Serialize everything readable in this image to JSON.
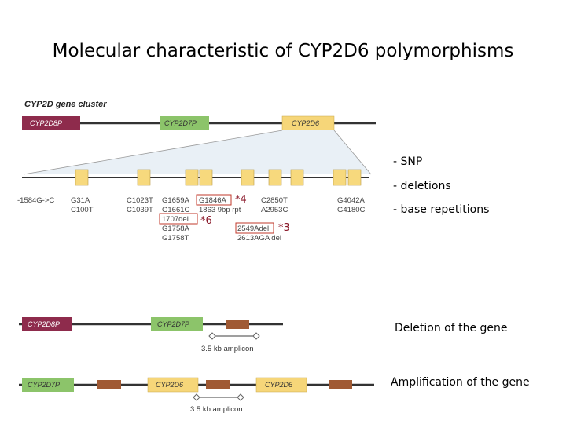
{
  "title": "Molecular characteristic of CYP2D6 polymorphisms",
  "cluster_label": "CYP2D gene cluster",
  "genes": {
    "d8p": "CYP2D8P",
    "d7p": "CYP2D7P",
    "d6": "CYP2D6"
  },
  "legend": [
    "- SNP",
    "- deletions",
    "- base repetitions"
  ],
  "mutations": {
    "m1": "-1584G->C",
    "m2a": "G31A",
    "m2b": "C100T",
    "m3a": "C1023T",
    "m3b": "C1039T",
    "m4a": "G1659A",
    "m4b": "G1661C",
    "m4c": "1707del",
    "m4d": "G1758A",
    "m4e": "G1758T",
    "m5a": "G1846A",
    "m5b": "1863 9bp rpt",
    "m6a": "2549Adel",
    "m6b": "2613AGA del",
    "m7a": "C2850T",
    "m7b": "A2953C",
    "m8a": "G4042A",
    "m8b": "G4180C"
  },
  "stars": {
    "s4": "*4",
    "s6": "*6",
    "s3": "*3"
  },
  "amplicon": "3.5 kb amplicon",
  "captions": {
    "deletion": "Deletion of the gene",
    "amplification": "Amplification of the gene"
  },
  "colors": {
    "d8p": "#8e2b4c",
    "d7p": "#8cc46a",
    "d6": "#f6d679",
    "exon": "#f7d97d",
    "segment": "#a05a34",
    "highlight": "#c0392b"
  }
}
